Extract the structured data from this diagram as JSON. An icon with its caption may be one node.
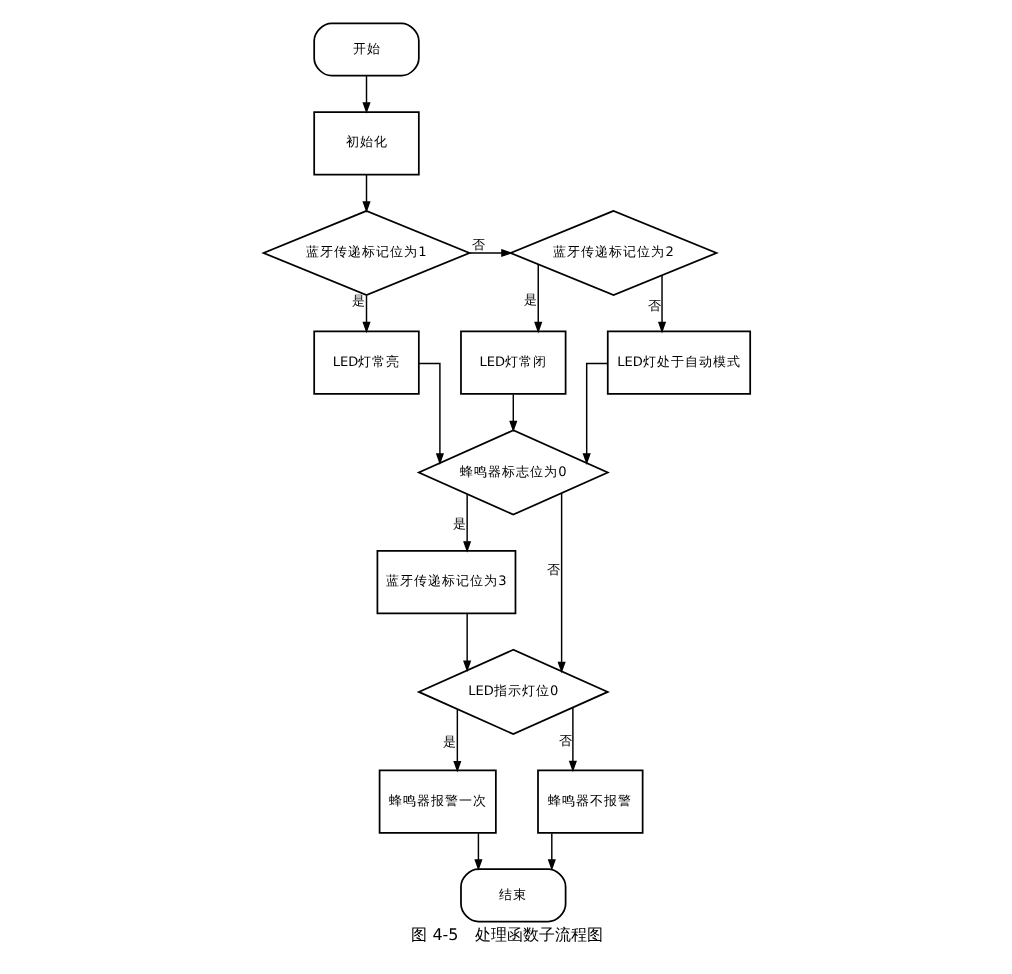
{
  "diagram": {
    "caption": "图 4-5　处理函数子流程图",
    "nodes": [
      {
        "text": [
          "开始"
        ]
      },
      {
        "text": [
          "初始化"
        ]
      },
      {
        "text": [
          "蓝牙传递标记位为1"
        ]
      },
      {
        "text": [
          "蓝牙传递标记位为2"
        ]
      },
      {
        "text": [
          "LED灯常亮"
        ]
      },
      {
        "text": [
          "LED灯常闭"
        ]
      },
      {
        "text": [
          "LED灯处于自动模式"
        ]
      },
      {
        "text": [
          "蜂鸣器标志位为0"
        ]
      },
      {
        "text": [
          "蓝牙传递标记位为3"
        ]
      },
      {
        "text": [
          "LED指示灯位0"
        ]
      },
      {
        "text": [
          "蜂鸣器报警一次"
        ]
      },
      {
        "text": [
          "蜂鸣器不报警"
        ]
      },
      {
        "text": [
          "结束"
        ]
      }
    ],
    "edges": [
      {
        "from": 0,
        "to": 1,
        "arrow": "to"
      },
      {
        "from": 1,
        "to": 2,
        "arrow": "to"
      },
      {
        "from": 2,
        "to": 4,
        "arrow": "to",
        "label": "是"
      },
      {
        "from": 2,
        "to": 3,
        "arrow": "to",
        "label": "否"
      },
      {
        "from": 3,
        "to": 5,
        "arrow": "to",
        "label": "是"
      },
      {
        "from": 3,
        "to": 6,
        "arrow": "to",
        "label": "否"
      },
      {
        "from": 4,
        "to": 7,
        "arrow": "to"
      },
      {
        "from": 5,
        "to": 7,
        "arrow": "to"
      },
      {
        "from": 6,
        "to": 7,
        "arrow": "to"
      },
      {
        "from": 7,
        "to": 8,
        "arrow": "to",
        "label": "是"
      },
      {
        "from": 7,
        "to": 9,
        "arrow": "to",
        "label": "否"
      },
      {
        "from": 8,
        "to": 9,
        "arrow": "to"
      },
      {
        "from": 9,
        "to": 10,
        "arrow": "to",
        "label": "是"
      },
      {
        "from": 9,
        "to": 11,
        "arrow": "to",
        "label": "否"
      },
      {
        "from": 10,
        "to": 12,
        "arrow": "to"
      },
      {
        "from": 11,
        "to": 12,
        "arrow": "to"
      }
    ]
  }
}
